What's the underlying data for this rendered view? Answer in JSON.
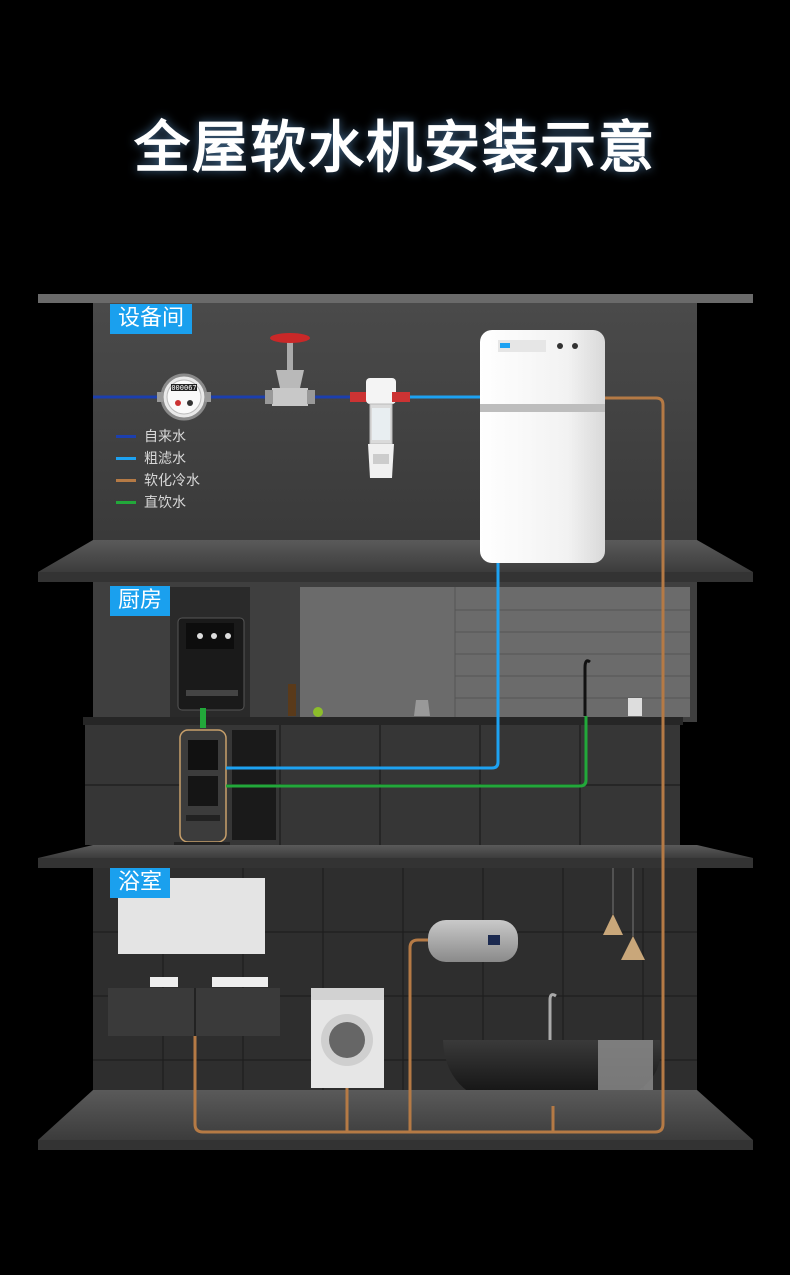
{
  "title": "全屋软水机安装示意",
  "rooms": {
    "equipment": "设备间",
    "kitchen": "厨房",
    "bathroom": "浴室"
  },
  "legend": [
    {
      "label": "自来水",
      "color": "#1c3fae"
    },
    {
      "label": "粗滤水",
      "color": "#1da2f2"
    },
    {
      "label": "软化冷水",
      "color": "#b57a45"
    },
    {
      "label": "直饮水",
      "color": "#22a83a"
    }
  ],
  "meter_reading": "000067"
}
